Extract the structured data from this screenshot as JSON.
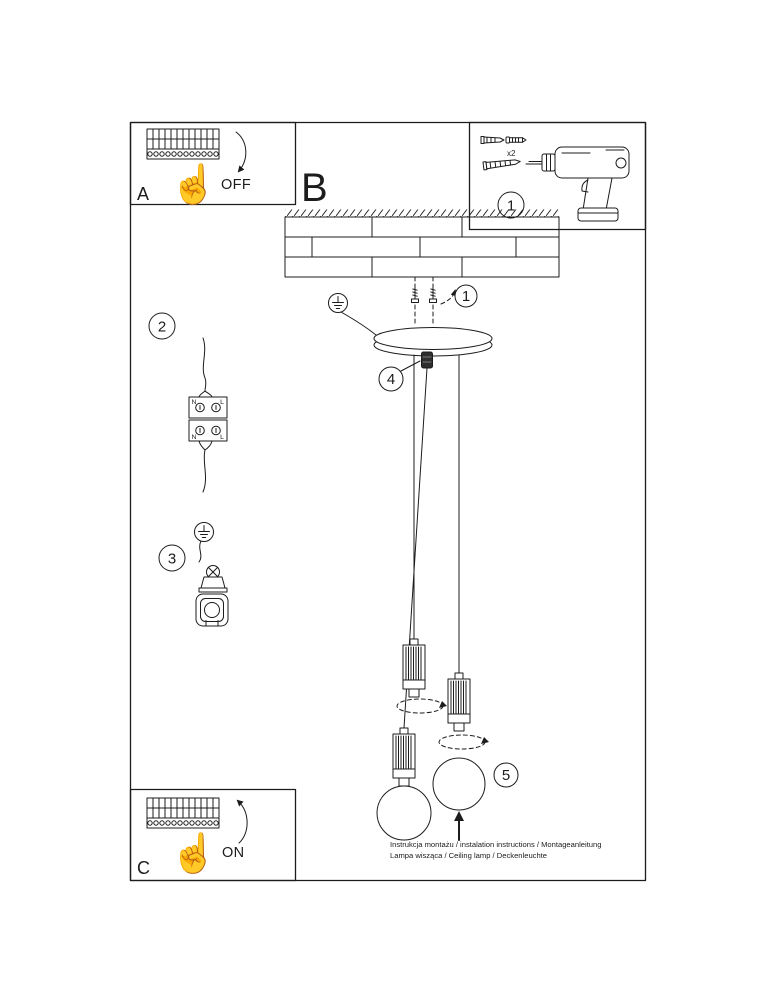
{
  "colors": {
    "ink": "#1c1c1c",
    "paper": "#ffffff"
  },
  "document": {
    "section_letter": "B",
    "footer": {
      "line1": "Instrukcja montażu / instalation instructions / Montageanleitung",
      "line2": "Lampa wisząca / Ceiling lamp / Deckenleuchte"
    }
  },
  "icons": {
    "hand": "☝"
  },
  "panels": {
    "switch_off": {
      "label": "A",
      "state": "OFF"
    },
    "switch_on": {
      "label": "C",
      "state": "ON"
    },
    "tools": {
      "badge": "1",
      "screw_count": "x2"
    }
  },
  "badges": {
    "step1": "1",
    "step2": "2",
    "step3": "3",
    "step4": "4",
    "step5": "5"
  },
  "connector": {
    "top_n": "N",
    "top_l": "L",
    "bottom_n": "N",
    "bottom_l": "L"
  }
}
